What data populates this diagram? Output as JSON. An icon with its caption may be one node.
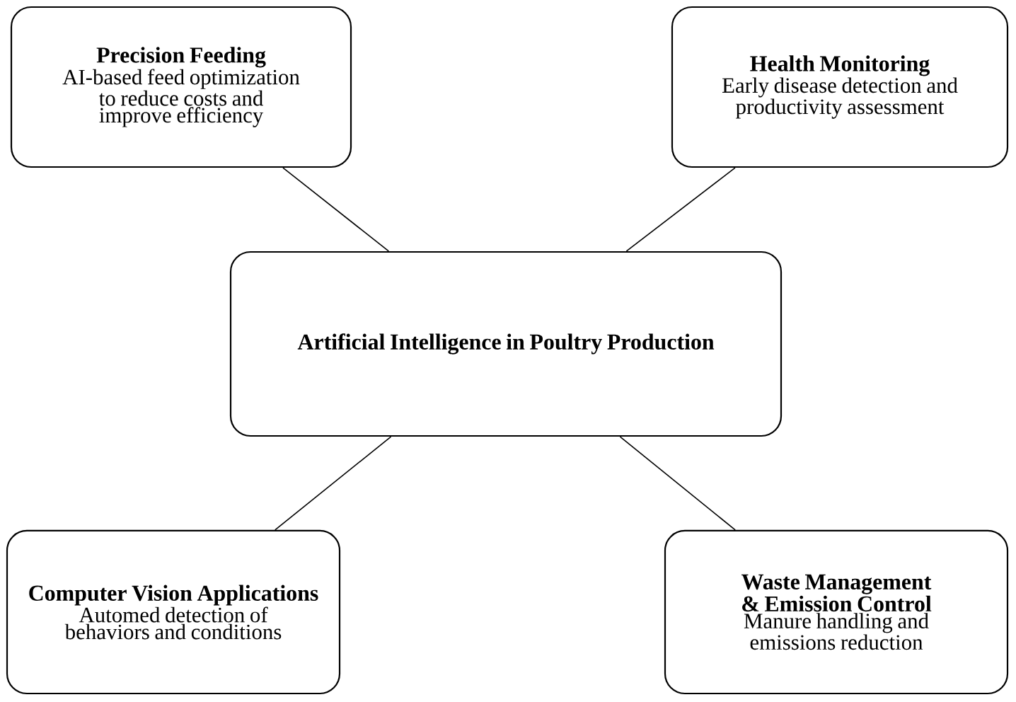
{
  "diagram": {
    "nodes": [
      {
        "text": [
          "Precision Feeding",
          "AI-based feed optimization to reduce costs and improve efficiency"
        ]
      },
      {
        "text": [
          "Health Monitoring",
          "Early disease detection and productivity assessment"
        ]
      },
      {
        "text": [
          "Artificial Intelligence in Poultry Production"
        ]
      },
      {
        "text": [
          "Computer Vision Applications",
          "Automed detection of behaviors and conditions"
        ]
      },
      {
        "text": [
          "Waste Management & Emission Control",
          "Manure handling and emissions reduction"
        ]
      }
    ],
    "edges": [
      {
        "from": 2,
        "to": 0,
        "arrow": "none"
      },
      {
        "from": 2,
        "to": 1,
        "arrow": "none"
      },
      {
        "from": 2,
        "to": 3,
        "arrow": "none"
      },
      {
        "from": 2,
        "to": 4,
        "arrow": "none"
      }
    ]
  }
}
